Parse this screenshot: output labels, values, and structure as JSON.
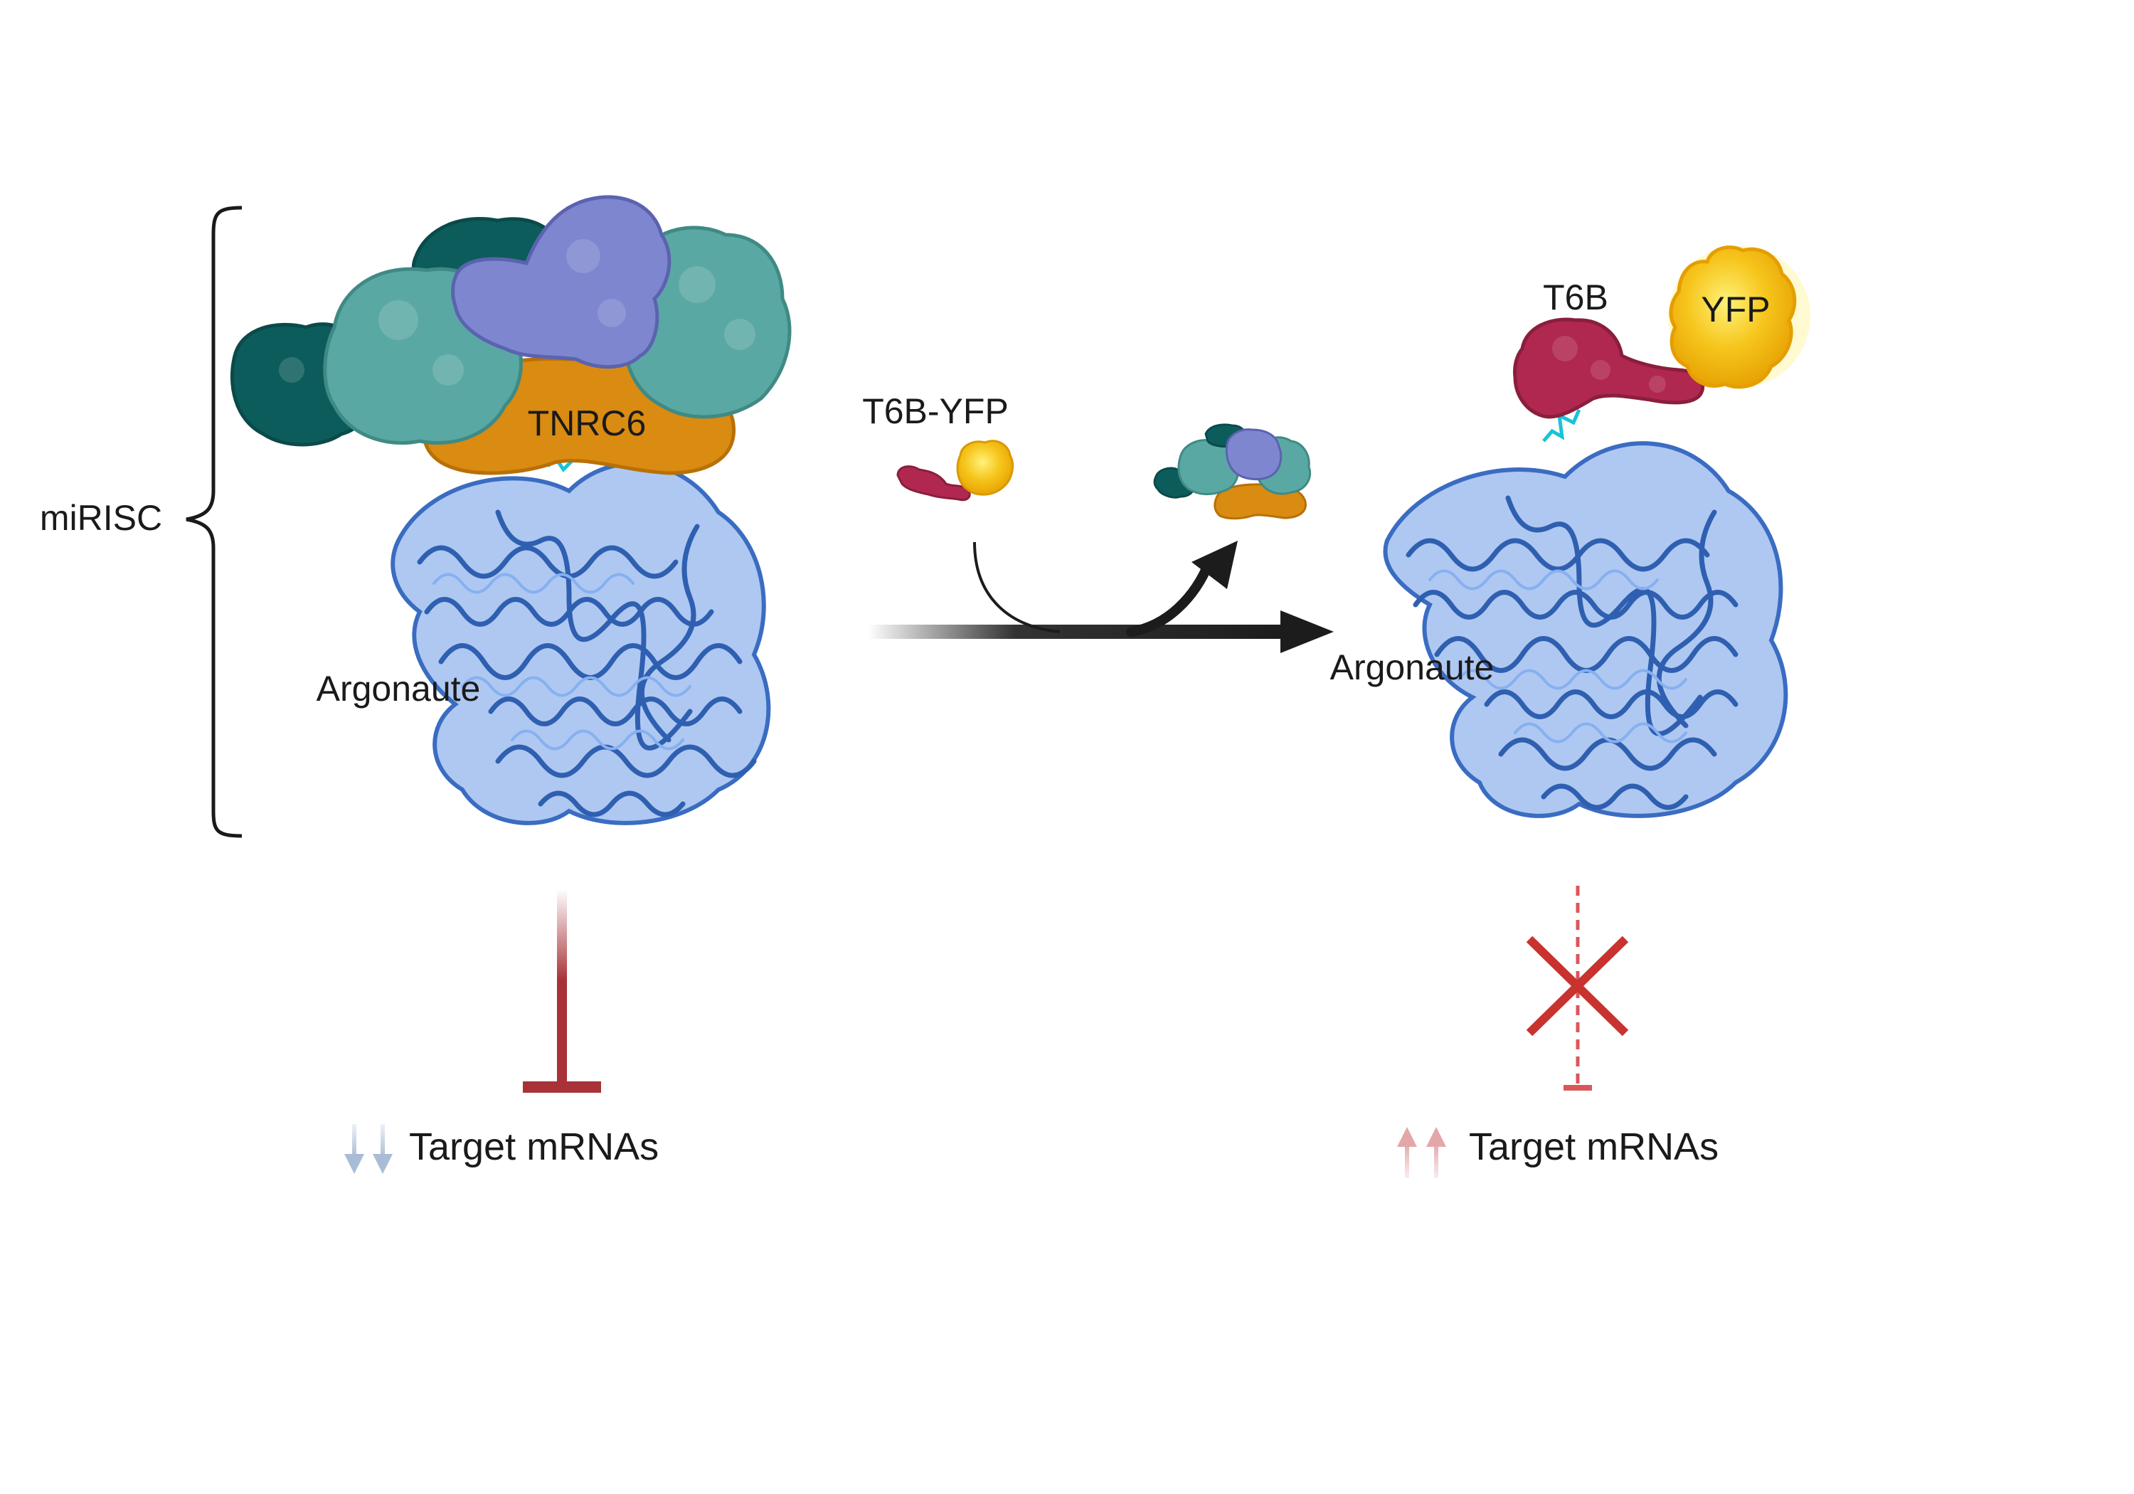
{
  "labels": {
    "mirisc": "miRISC",
    "tnrc6": "TNRC6",
    "argonaute_left": "Argonaute",
    "t6b_yfp": "T6B-YFP",
    "argonaute_right": "Argonaute",
    "t6b": "T6B",
    "yfp": "YFP",
    "target_left": "Target mRNAs",
    "target_right": "Target mRNAs"
  },
  "colors": {
    "argonaute": "#5b8ee0",
    "argonaute_dark": "#2f5fb0",
    "tnrc6": "#d98b12",
    "teal_dark": "#0d5c5c",
    "teal_light": "#5aa8a3",
    "lavender": "#7d86cf",
    "t6b": "#b0284f",
    "yfp": "#f2b705",
    "inhibition": "#a83238",
    "cross": "#c8322f",
    "down_arrow": "#a9bcd6",
    "up_arrow": "#e3a7aa",
    "process_arrow": "#1c1c1c"
  }
}
